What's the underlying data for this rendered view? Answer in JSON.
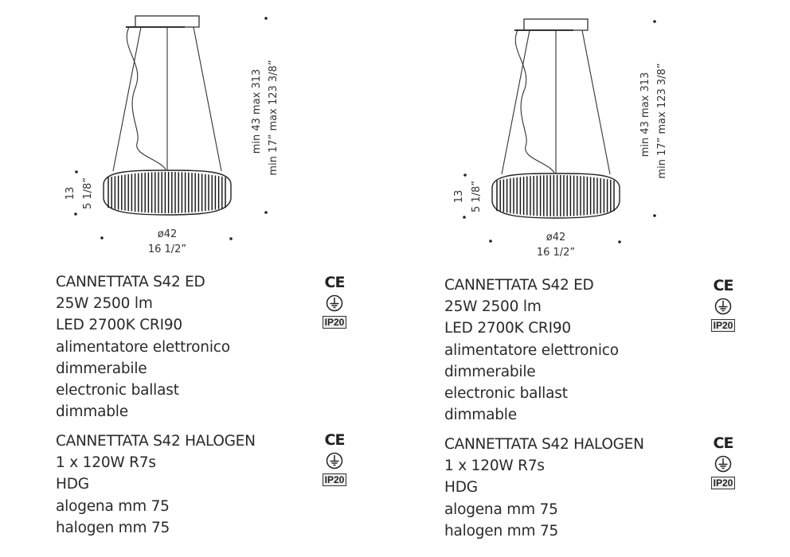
{
  "sheet": [
    {
      "dimensions": {
        "diameter_mm": "ø42",
        "diameter_in": "16 1/2”",
        "height_mm": "13",
        "height_in": "5 1/8”",
        "drop_mm": "min 43  max 313",
        "drop_in": "min 17”  max 123 3/8”"
      },
      "products": [
        {
          "lines": [
            "CANNETTATA S42 ED",
            "25W 2500 lm",
            "LED 2700K CRI90",
            "alimentatore elettronico",
            "dimmerabile",
            "electronic ballast",
            "dimmable"
          ],
          "ce_mark": "CE",
          "earth_icon": "earth-ground-icon",
          "ip_rating": "IP20"
        },
        {
          "lines": [
            "CANNETTATA S42 HALOGEN",
            "1 x 120W R7s",
            "HDG",
            "alogena mm 75",
            "halogen mm 75"
          ],
          "ce_mark": "CE",
          "earth_icon": "earth-ground-icon",
          "ip_rating": "IP20"
        }
      ]
    },
    {
      "dimensions": {
        "diameter_mm": "ø42",
        "diameter_in": "16 1/2”",
        "height_mm": "13",
        "height_in": "5 1/8”",
        "drop_mm": "min 43  max 313",
        "drop_in": "min 17”  max 123 3/8”"
      },
      "products": [
        {
          "lines": [
            "CANNETTATA S42 ED",
            "25W 2500 lm",
            "LED 2700K CRI90",
            "alimentatore elettronico",
            "dimmerabile",
            "electronic ballast",
            "dimmable"
          ],
          "ce_mark": "CE",
          "earth_icon": "earth-ground-icon",
          "ip_rating": "IP20"
        },
        {
          "lines": [
            "CANNETTATA S42 HALOGEN",
            "1 x 120W R7s",
            "HDG",
            "alogena mm 75",
            "halogen mm 75"
          ],
          "ce_mark": "CE",
          "earth_icon": "earth-ground-icon",
          "ip_rating": "IP20"
        }
      ]
    }
  ]
}
